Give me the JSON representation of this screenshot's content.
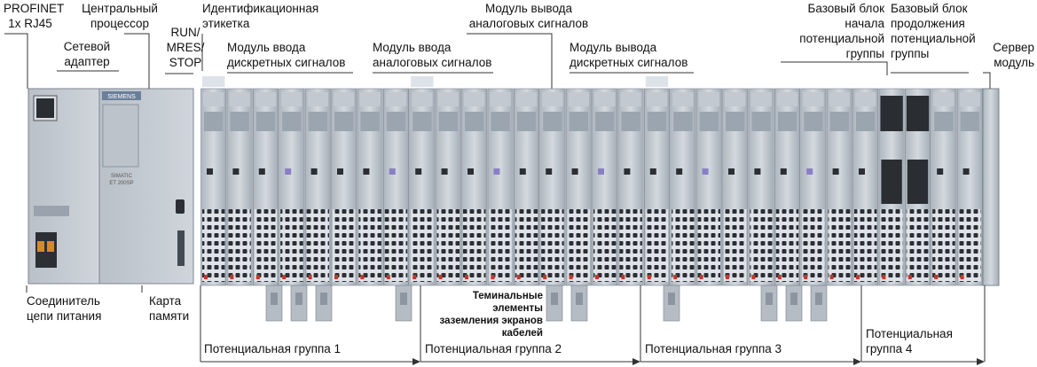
{
  "labels": {
    "profinet": "PROFINET\n1x RJ45",
    "cpu": "Центральный\nпроцессор",
    "ident": "Идентификационная\nэтикетка",
    "ao_top": "Модуль вывода\nаналоговых сигналов",
    "base_start": "Базовый блок\nначала\nпотенциальной\nгруппы",
    "base_cont": "Базовый блок\nпродолжения\nпотенциальной\nгруппы",
    "net_adapter": "Сетевой\nадаптер",
    "run": "RUN/\nMRES/\nSTOP",
    "di": "Модуль ввода\nдискретных сигналов",
    "ai": "Модуль ввода\nаналоговых сигналов",
    "dq": "Модуль вывода\nдискретных сигналов",
    "server": "Сервер\nмодуль",
    "power": "Соединитель\nцепи питания",
    "card": "Карта\nпамяти",
    "shield": "Теминальные элементы\nзаземления экранов\nкабелей"
  },
  "groups": [
    {
      "label": "Потенциальная группа 1"
    },
    {
      "label": "Потенциальная группа 2"
    },
    {
      "label": "Потенциальная группа 3"
    },
    {
      "label": "Потенциальная\nгруппа 4"
    }
  ],
  "device": {
    "brand": "SIEMENS",
    "product": "SIMATIC\nET 200SP",
    "module_count": 30
  },
  "colors": {
    "label_line": "#333333",
    "module_body": "#c9d0d8",
    "module_dark": "#8e98a4",
    "led_red": "#c0392b"
  }
}
